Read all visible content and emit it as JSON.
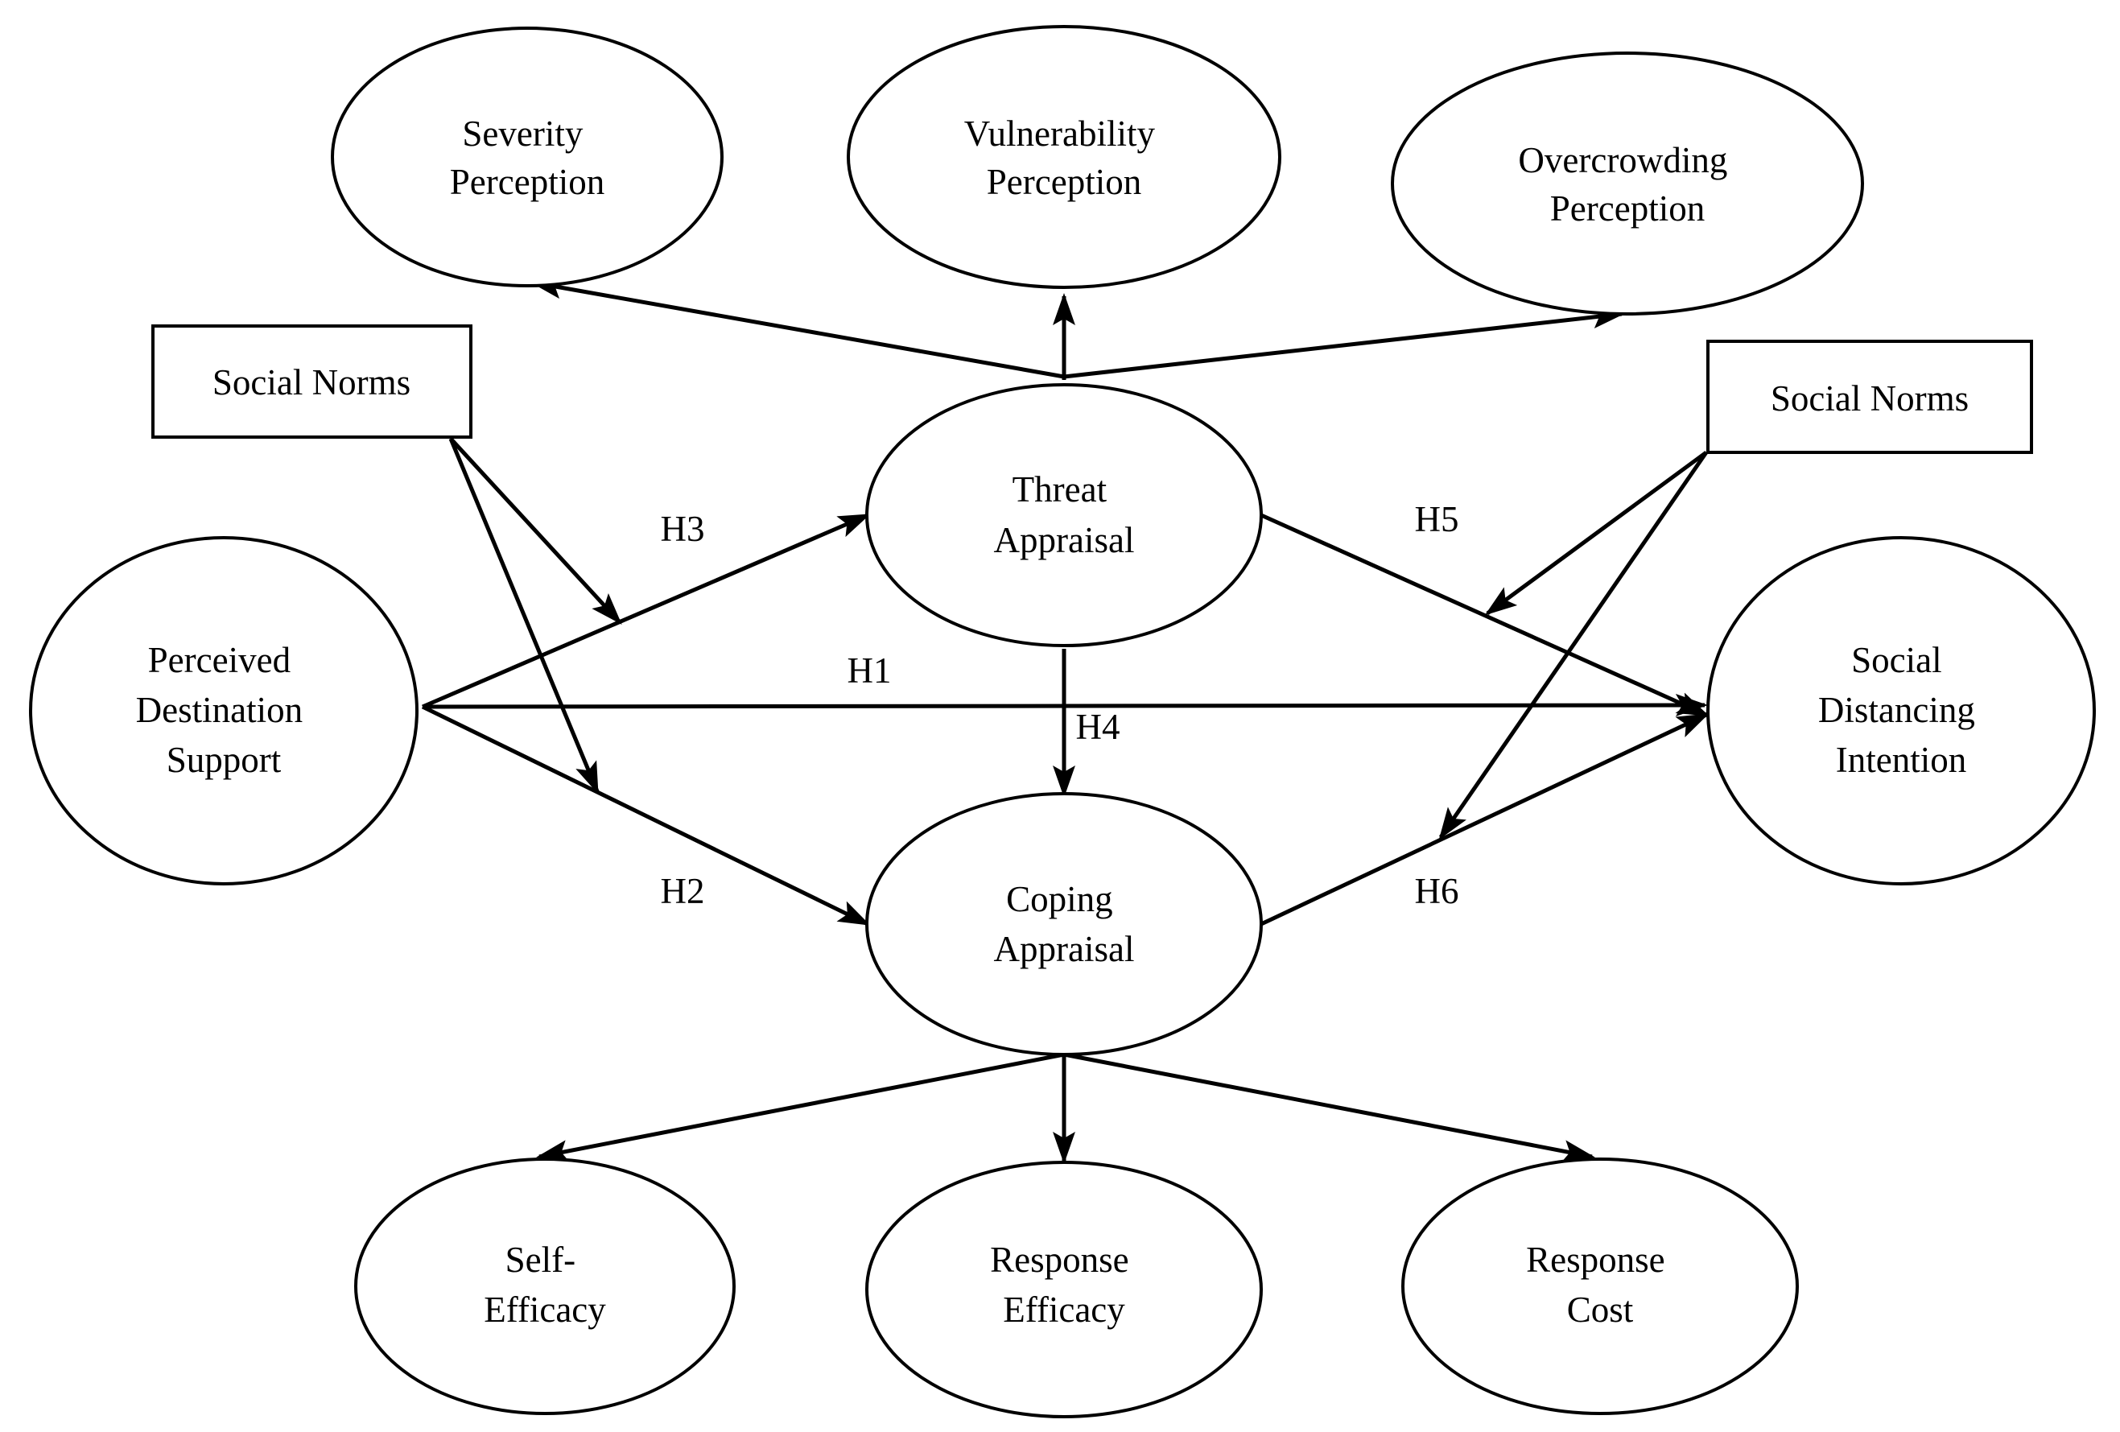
{
  "nodes": {
    "severity": [
      "Severity",
      "Perception"
    ],
    "vulnerability": [
      "Vulnerability",
      "Perception"
    ],
    "overcrowding": [
      "Overcrowding",
      "Perception"
    ],
    "social_norms_left": [
      "Social Norms"
    ],
    "social_norms_right": [
      "Social Norms"
    ],
    "threat": [
      "Threat",
      "Appraisal"
    ],
    "perceived": [
      "Perceived",
      "Destination",
      "Support"
    ],
    "social_distancing": [
      "Social",
      "Distancing",
      "Intention"
    ],
    "coping": [
      "Coping",
      "Appraisal"
    ],
    "self_efficacy": [
      "Self-",
      "Efficacy"
    ],
    "response_efficacy": [
      "Response",
      "Efficacy"
    ],
    "response_cost": [
      "Response",
      "Cost"
    ]
  },
  "hypotheses": {
    "h1": "H1",
    "h2": "H2",
    "h3": "H3",
    "h4": "H4",
    "h5": "H5",
    "h6": "H6"
  }
}
